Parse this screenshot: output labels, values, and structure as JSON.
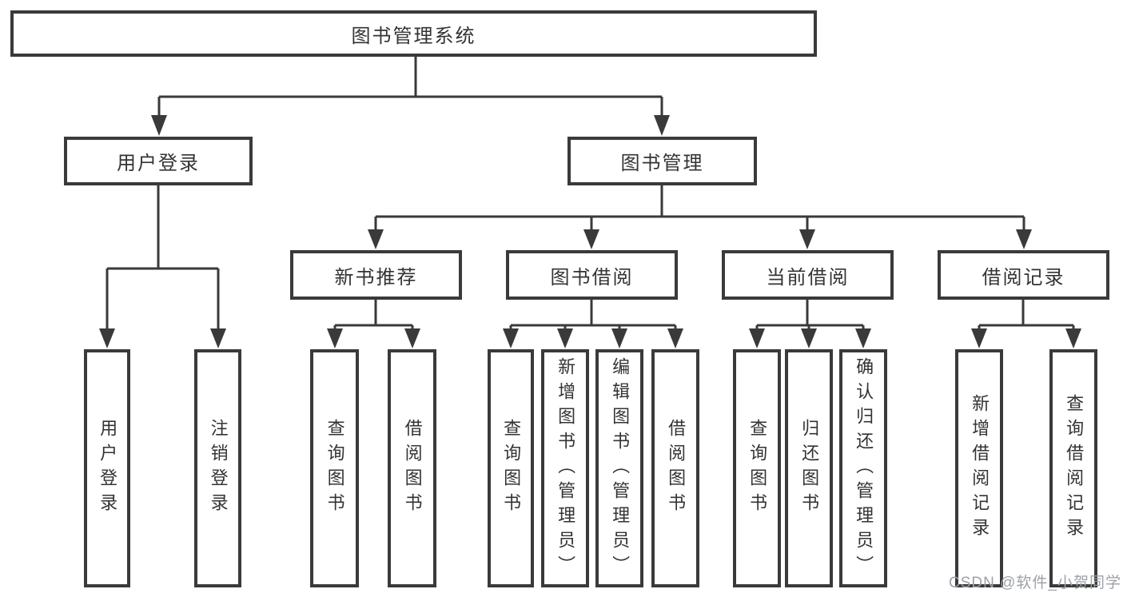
{
  "tree": {
    "root": {
      "label": "图书管理系统",
      "children": [
        {
          "label": "用户登录",
          "children": [
            {
              "label": "用户登录"
            },
            {
              "label": "注销登录"
            }
          ]
        },
        {
          "label": "图书管理",
          "children": [
            {
              "label": "新书推荐",
              "children": [
                {
                  "label": "查询图书"
                },
                {
                  "label": "借阅图书"
                }
              ]
            },
            {
              "label": "图书借阅",
              "children": [
                {
                  "label": "查询图书"
                },
                {
                  "label": "新增图书（管理员）"
                },
                {
                  "label": "编辑图书（管理员）"
                },
                {
                  "label": "借阅图书"
                }
              ]
            },
            {
              "label": "当前借阅",
              "children": [
                {
                  "label": "查询图书"
                },
                {
                  "label": "归还图书"
                },
                {
                  "label": "确认归还（管理员）"
                }
              ]
            },
            {
              "label": "借阅记录",
              "children": [
                {
                  "label": "新增借阅记录"
                },
                {
                  "label": "查询借阅记录"
                }
              ]
            }
          ]
        }
      ]
    }
  },
  "watermark": {
    "text": "CSDN @软件_小贺同学"
  },
  "colors": {
    "line": "#3a3a3a",
    "box_border": "#3a3a3a",
    "text": "#333333",
    "watermark": "#9da0a8",
    "background": "#ffffff"
  }
}
